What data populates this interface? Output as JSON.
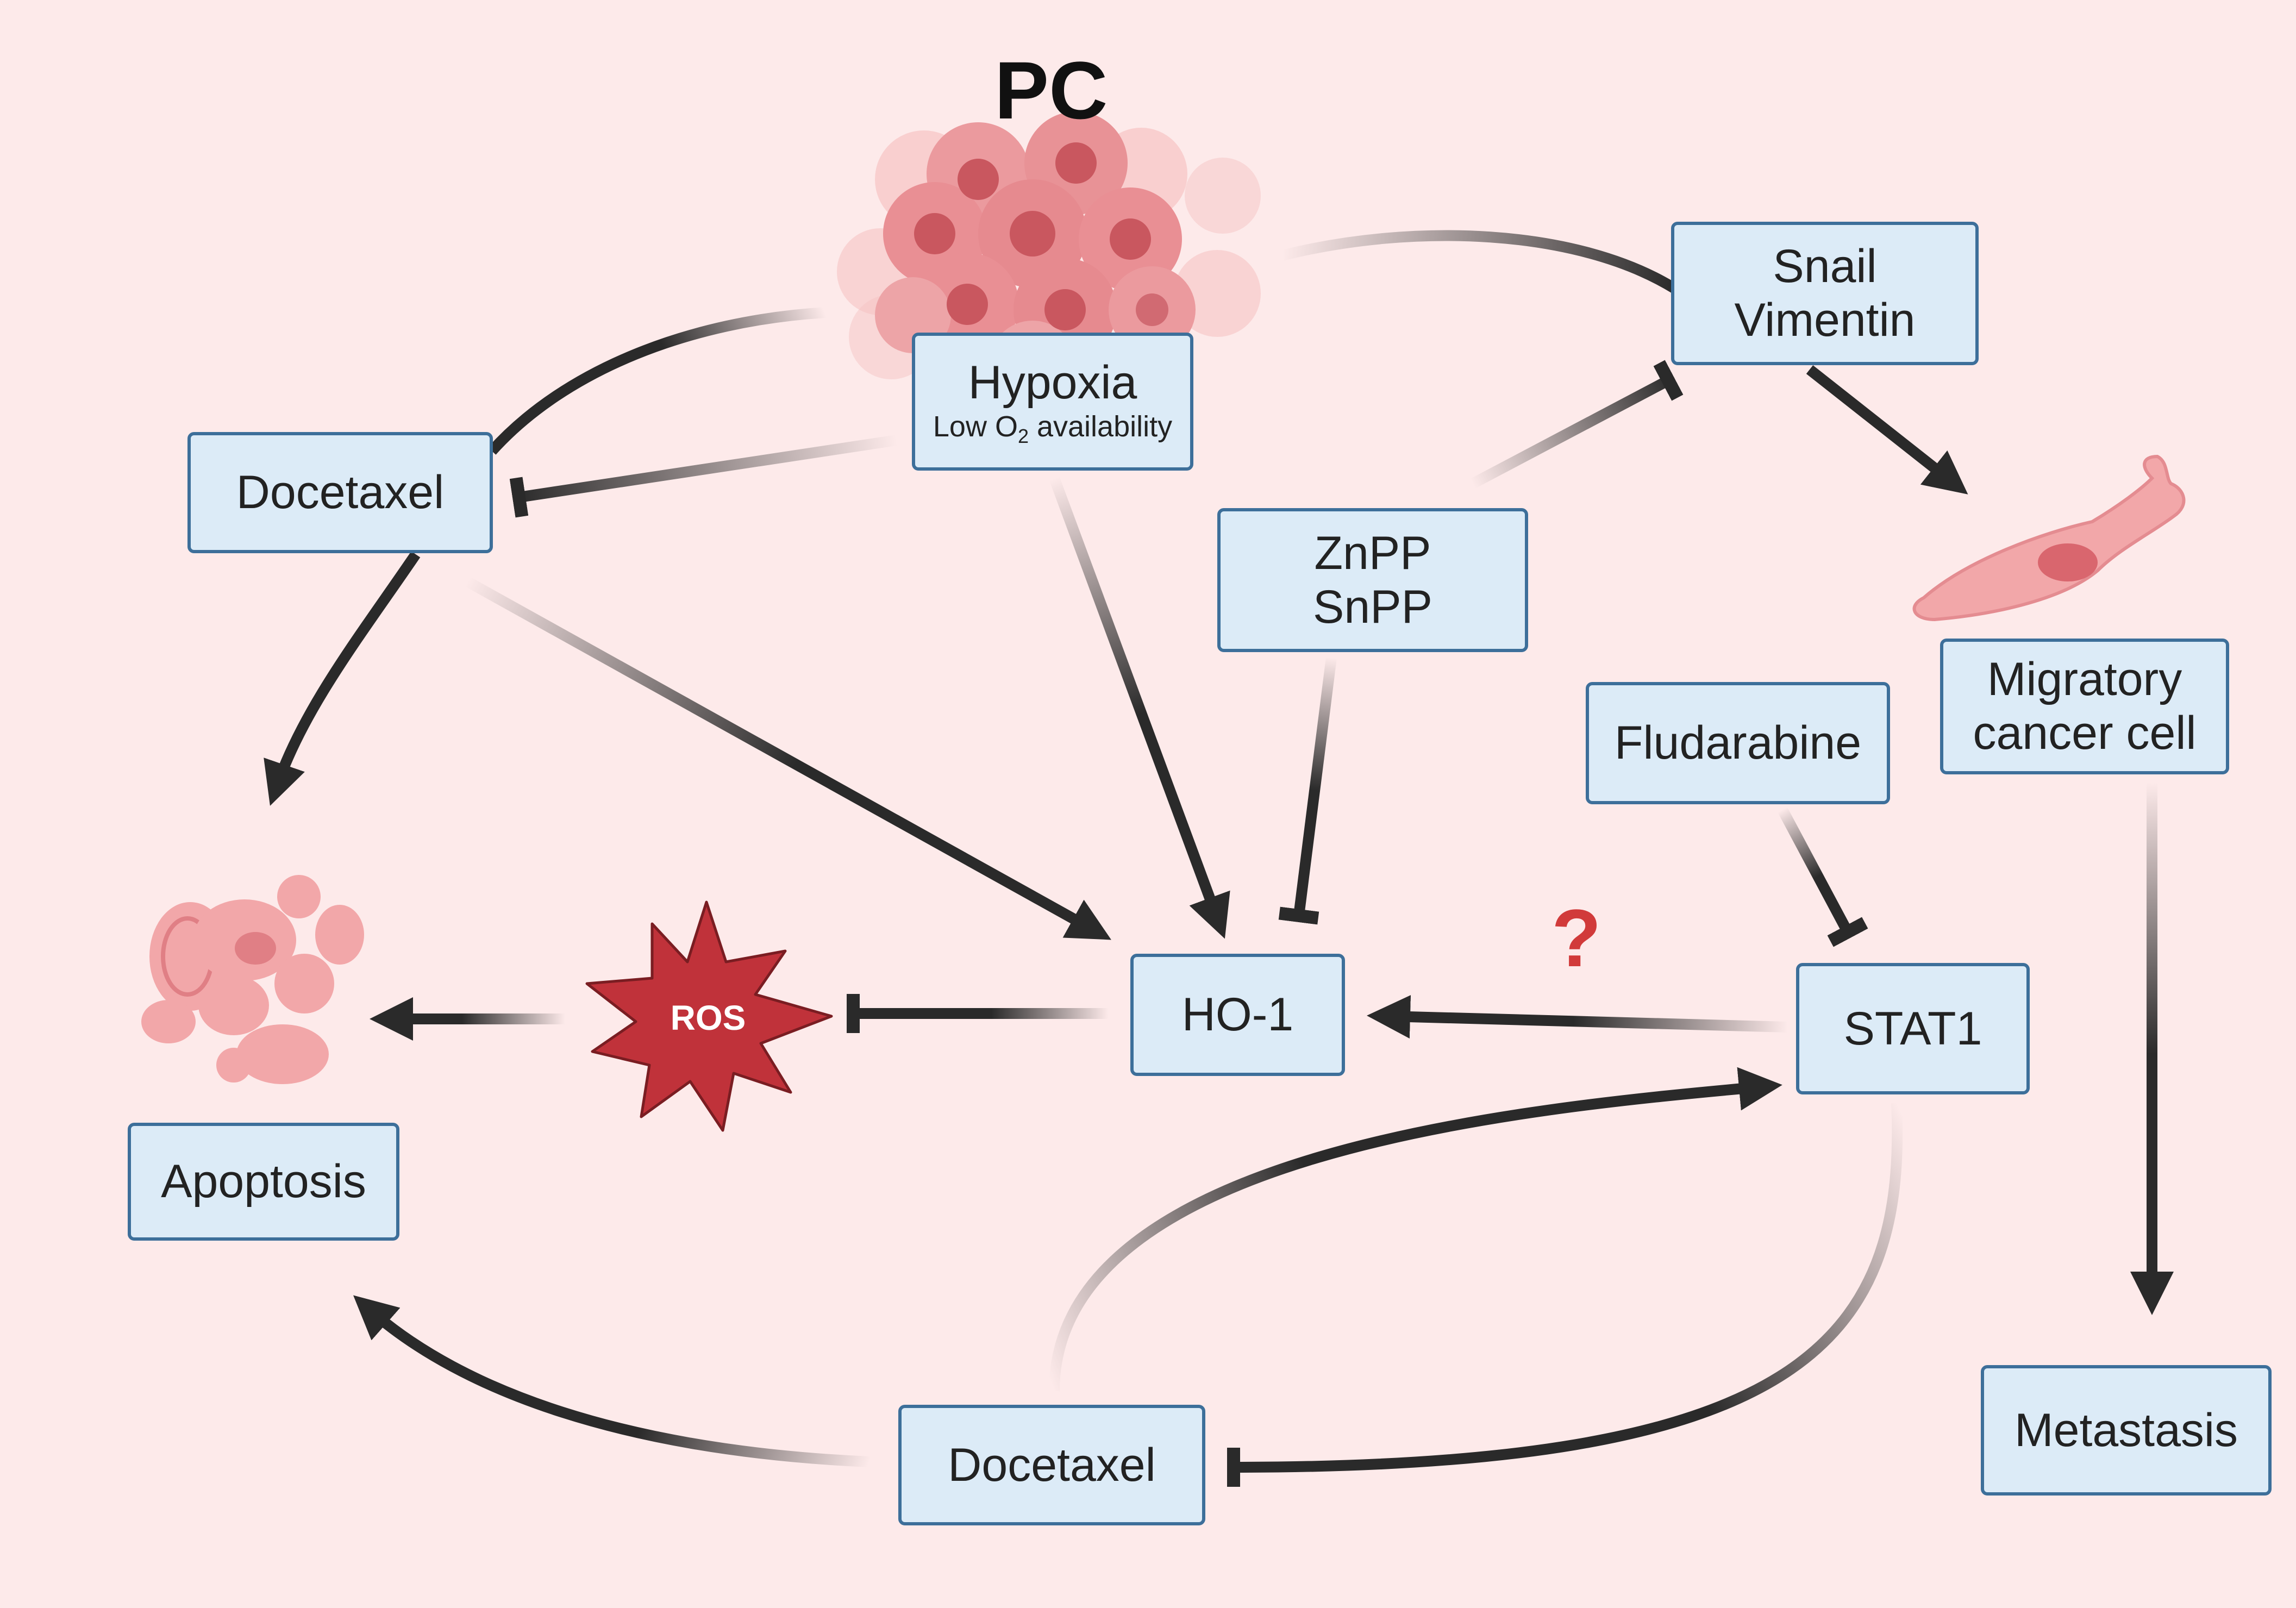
{
  "title": "PC",
  "question_mark": "?",
  "ros_label": "ROS",
  "nodes": {
    "snail": {
      "line1": "Snail",
      "line2": "Vimentin"
    },
    "hypoxia": {
      "line1": "Hypoxia",
      "line2_pre": "Low O",
      "line2_sub": "2",
      "line2_post": " availability"
    },
    "docetaxel_top": {
      "label": "Docetaxel"
    },
    "znpp": {
      "line1": "ZnPP",
      "line2": "SnPP"
    },
    "fludarabine": {
      "label": "Fludarabine"
    },
    "migratory": {
      "line1": "Migratory",
      "line2": "cancer cell"
    },
    "ho1": {
      "label": "HO-1"
    },
    "stat1": {
      "label": "STAT1"
    },
    "apoptosis": {
      "label": "Apoptosis"
    },
    "metastasis": {
      "label": "Metastasis"
    },
    "docetaxel_bottom": {
      "label": "Docetaxel"
    }
  },
  "colors": {
    "background": "#fdeaea",
    "box_fill": "#dcebf7",
    "box_border": "#3d6f9a",
    "arrow": "#2a2a2a",
    "ros_fill": "#c0323a",
    "cell_fill": "#f2a7a9",
    "question": "#d13a3a"
  }
}
